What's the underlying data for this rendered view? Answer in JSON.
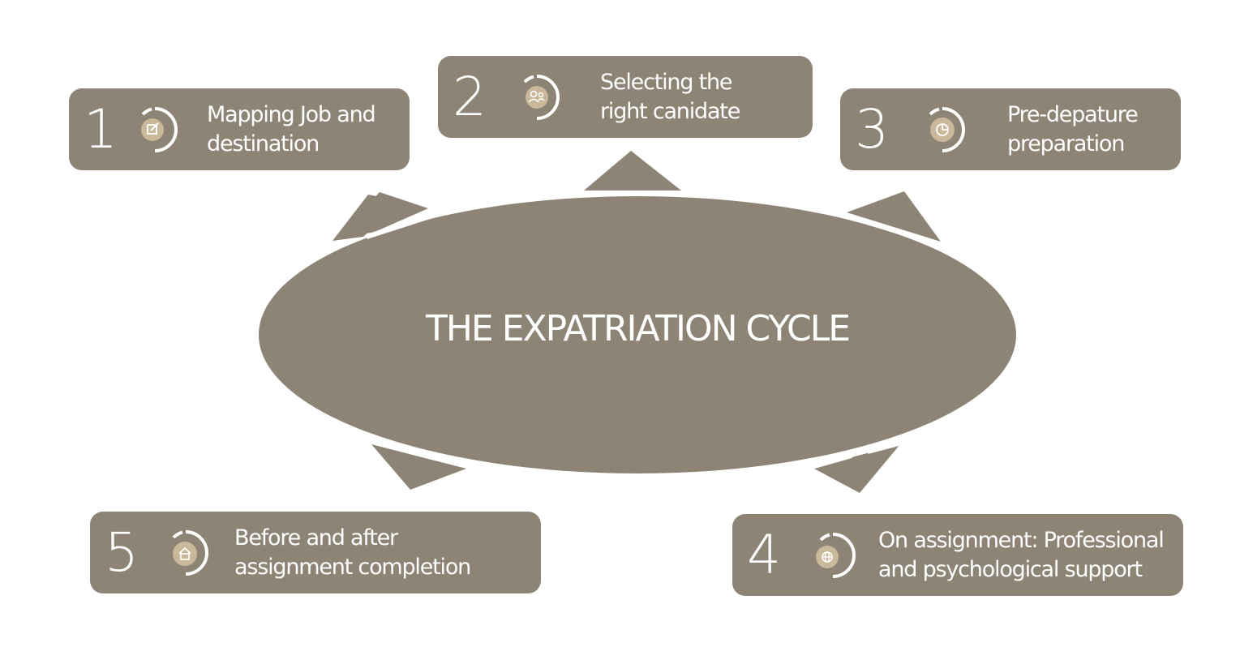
{
  "colors": {
    "shape": "#8e8476",
    "icon_disc": "#c9b99a",
    "background": "#ffffff",
    "text": "#ffffff"
  },
  "center": {
    "title": "THE EXPATRIATION CYCLE"
  },
  "steps": [
    {
      "number": "1",
      "line1": "Mapping Job and",
      "line2": "destination",
      "icon": "edit-icon"
    },
    {
      "number": "2",
      "line1": "Selecting the",
      "line2": "right canidate",
      "icon": "people-icon"
    },
    {
      "number": "3",
      "line1": "Pre-depature",
      "line2": "preparation",
      "icon": "pie-chart-icon"
    },
    {
      "number": "4",
      "line1": "On assignment: Professional",
      "line2": "and psychological support",
      "icon": "globe-icon"
    },
    {
      "number": "5",
      "line1": "Before and after",
      "line2": "assignment completion",
      "icon": "house-icon"
    }
  ]
}
